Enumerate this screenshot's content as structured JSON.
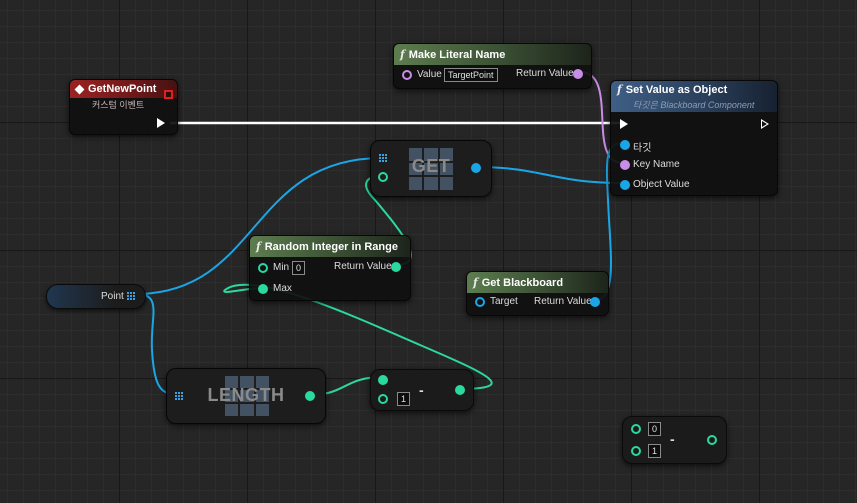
{
  "colors": {
    "exec": "#ffffff",
    "object": "#1aa6e6",
    "name": "#c88de8",
    "integer": "#2ad8a0"
  },
  "nodes": {
    "get_new_point": {
      "title": "GetNewPoint",
      "subtitle": "커스텀 이벤트"
    },
    "make_literal_name": {
      "title": "Make Literal Name",
      "value_label": "Value",
      "value": "TargetPoint",
      "return_label": "Return Value"
    },
    "set_value_as_object": {
      "title": "Set Value as Object",
      "subtitle": "타깃은 Blackboard Component",
      "target_label": "타깃",
      "key_name_label": "Key Name",
      "object_value_label": "Object Value"
    },
    "get": {
      "title": "GET"
    },
    "random_integer": {
      "title": "Random Integer in Range",
      "min_label": "Min",
      "min_value": "0",
      "max_label": "Max",
      "return_label": "Return Value"
    },
    "get_blackboard": {
      "title": "Get Blackboard",
      "target_label": "Target",
      "return_label": "Return Value"
    },
    "point_var": {
      "label": "Point"
    },
    "length": {
      "title": "LENGTH"
    },
    "subtract_1": {
      "b_value": "1",
      "op": "-"
    },
    "subtract_2": {
      "a_value": "0",
      "b_value": "1",
      "op": "-"
    }
  }
}
